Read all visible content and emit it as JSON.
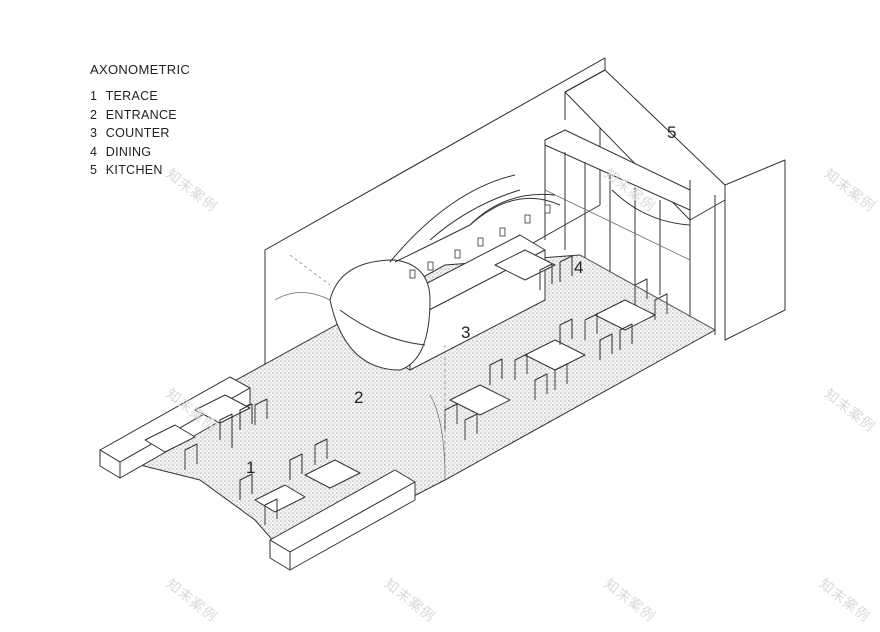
{
  "legend": {
    "title": "AXONOMETRIC",
    "items": [
      {
        "number": "1",
        "label": "TERACE"
      },
      {
        "number": "2",
        "label": "ENTRANCE"
      },
      {
        "number": "3",
        "label": "COUNTER"
      },
      {
        "number": "4",
        "label": "DINING"
      },
      {
        "number": "5",
        "label": "KITCHEN"
      }
    ]
  },
  "areas": {
    "terrace": "1",
    "entrance": "2",
    "counter": "3",
    "dining": "4",
    "kitchen": "5"
  },
  "watermark": "知末案例",
  "colors": {
    "line": "#333333",
    "floor_hatch": "#9a9a9a",
    "background": "#ffffff"
  }
}
